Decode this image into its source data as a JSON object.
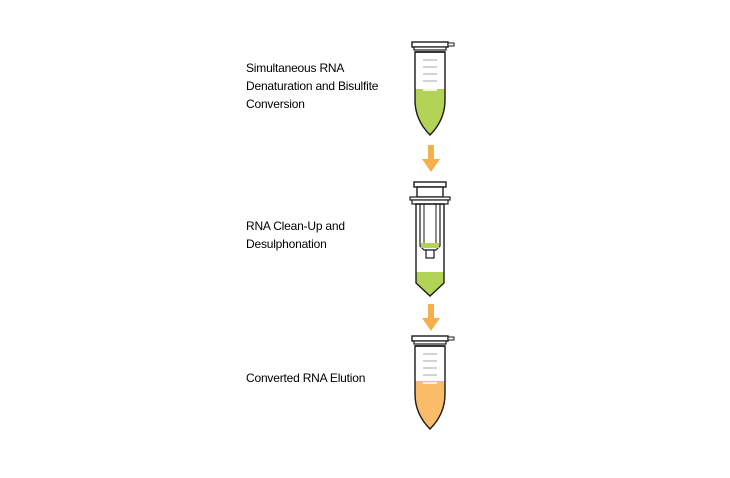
{
  "steps": [
    {
      "label_lines": [
        "Simultaneous RNA",
        "Denaturation and Bisulfite",
        "Conversion"
      ],
      "vessel": "microcentrifuge-tube",
      "liquid_color": "#b2d356"
    },
    {
      "label_lines": [
        "RNA Clean-Up and",
        "Desulphonation"
      ],
      "vessel": "spin-column-in-tube",
      "liquid_color": "#b2d356"
    },
    {
      "label_lines": [
        "Converted RNA Elution"
      ],
      "vessel": "microcentrifuge-tube",
      "liquid_color": "#f9bd69"
    }
  ],
  "colors": {
    "arrow": "#f5b04b",
    "outline": "#1a1a1a",
    "graduation_marks": "#c8c8c8"
  }
}
